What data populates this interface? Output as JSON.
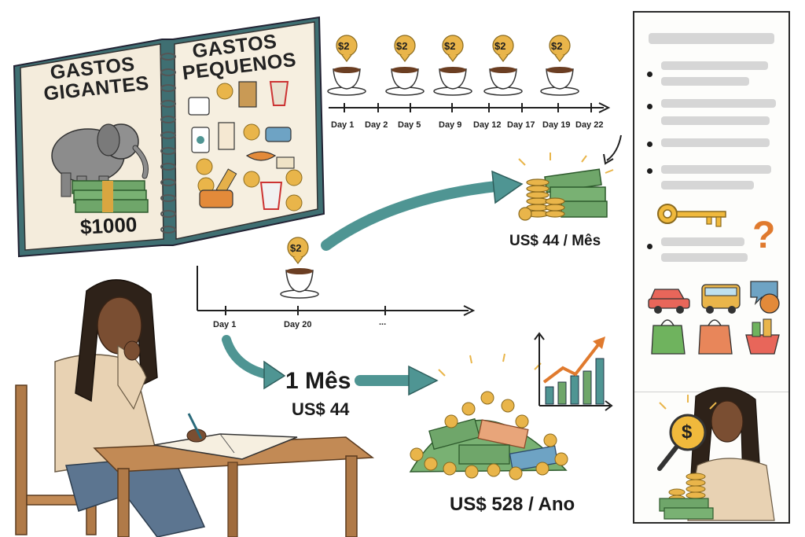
{
  "book": {
    "left_title": "GASTOS\nGIGANTES",
    "right_title": "GASTOS\nPEQUENOS",
    "amount": "$1000"
  },
  "top_timeline": {
    "coin_label": "$2",
    "days": [
      "Day 1",
      "Day 2",
      "Day 5",
      "Day 9",
      "Day 12",
      "Day 17",
      "Day 19",
      "Day 22"
    ]
  },
  "monthly_result": "US$ 44 / Mês",
  "bottom_timeline": {
    "coin_label": "$2",
    "days": [
      "Day 1",
      "Day 20",
      "..."
    ]
  },
  "summary": {
    "period": "1 Mês",
    "amount": "US$ 44"
  },
  "yearly_result": "US$ 528 / Ano",
  "sidebar": {
    "question_mark": "?",
    "dollar": "$"
  },
  "colors": {
    "teal_arrow": "#4f9593",
    "coin_gold": "#e9b54a",
    "cash_green": "#6fa66a",
    "book_cover": "#3f6f72"
  }
}
